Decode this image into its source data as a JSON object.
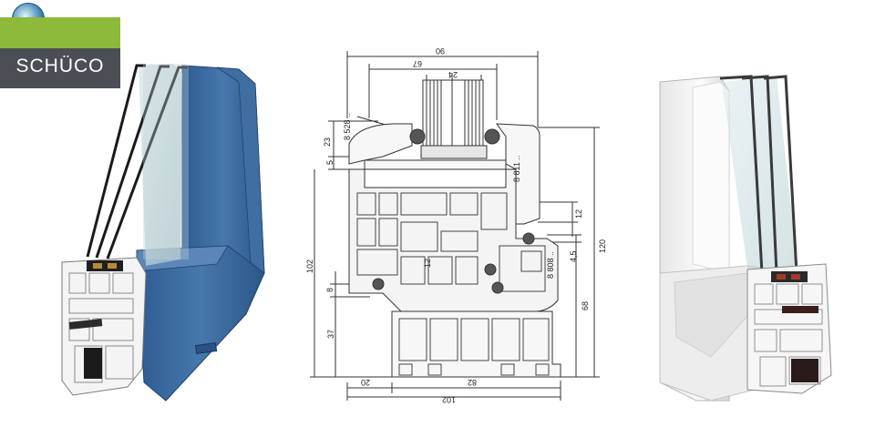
{
  "brand": {
    "name": "SCHÜCO",
    "colors": {
      "green": "#8dba3a",
      "dark": "#4a4e55"
    }
  },
  "drawing": {
    "top_overall": "90",
    "top_inner": "67",
    "glass_pack": "24",
    "left_23": "23",
    "left_5": "5",
    "left_102": "102",
    "left_8": "8",
    "left_37": "37",
    "center_12": "12",
    "right_12": "12",
    "right_45": "4,5",
    "right_120": "120",
    "right_68": "68",
    "bottom_20": "20",
    "bottom_82": "82",
    "bottom_102": "102",
    "part_8528": "8 528 ..",
    "part_8811": "8 811 ..",
    "part_8808": "8 808 .."
  },
  "views": {
    "left_finish_color": "#3b69a0",
    "right_finish_color": "#f2f2f2"
  }
}
